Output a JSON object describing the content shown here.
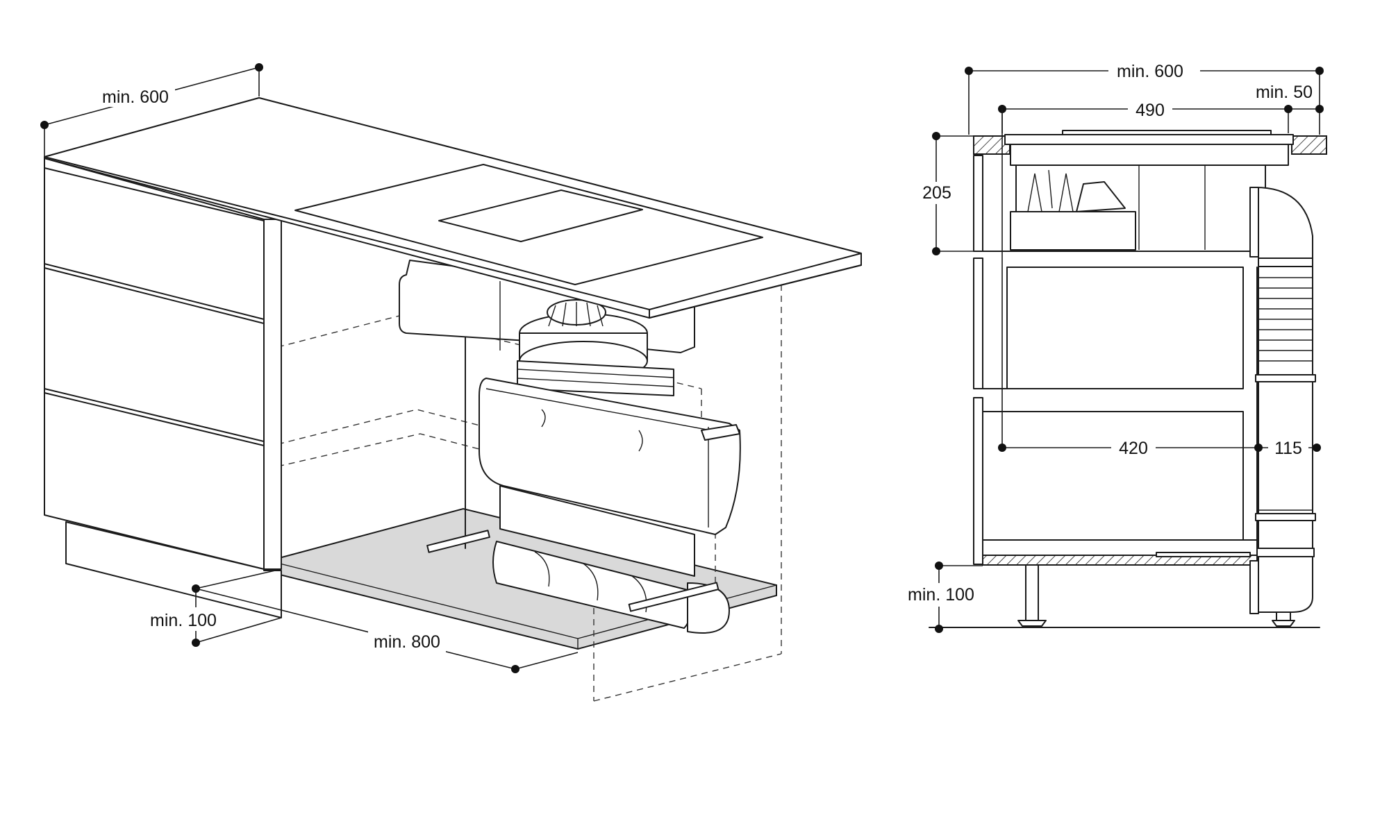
{
  "iso_view": {
    "dim_depth_label": "min. 600",
    "dim_plinth_label": "min. 100",
    "dim_width_label": "min. 800"
  },
  "section_view": {
    "dim_depth_label": "min. 600",
    "dim_gap_label": "min. 50",
    "dim_unit_depth_label": "490",
    "dim_height_label": "205",
    "dim_drawer_label": "420",
    "dim_duct_label": "115",
    "dim_plinth_label": "min. 100"
  }
}
